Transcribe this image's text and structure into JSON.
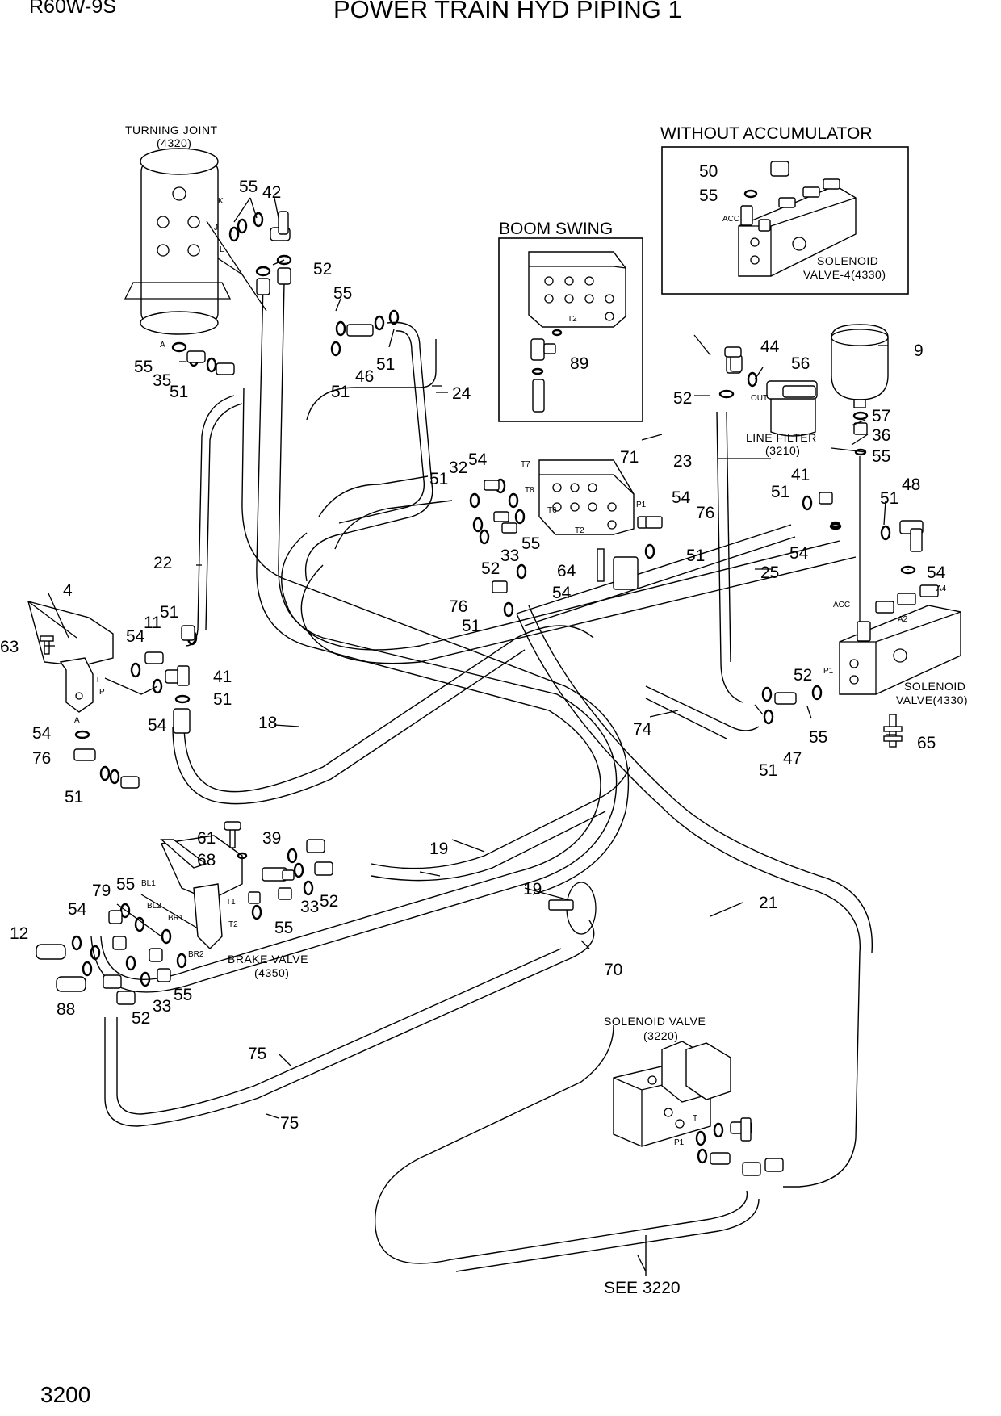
{
  "header": {
    "model": "R60W-9S",
    "title": "POWER TRAIN HYD PIPING 1",
    "page": "3200"
  },
  "boxes": {
    "without_accumulator": {
      "title": "WITHOUT ACCUMULATOR",
      "caption1": "SOLENOID",
      "caption2": "VALVE-4(4330)",
      "port": "ACC"
    },
    "boom_swing": {
      "title": "BOOM SWING",
      "port": "T2"
    }
  },
  "captions": {
    "turning_joint": {
      "line1": "TURNING JOINT",
      "line2": "(4320)"
    },
    "line_filter": {
      "line1": "LINE FILTER",
      "line2": "(3210)",
      "port": "OUT"
    },
    "solenoid_valve_4330": {
      "line1": "SOLENOID",
      "line2": "VALVE(4330)"
    },
    "brake_valve": {
      "line1": "BRAKE VALVE",
      "line2": "(4350)"
    },
    "solenoid_valve_3220": {
      "line1": "SOLENOID VALVE",
      "line2": "(3220)"
    },
    "see_ref": "SEE 3220"
  },
  "ports": {
    "tj": [
      "K",
      "J",
      "L",
      "A"
    ],
    "block71": [
      "T7",
      "T8",
      "T6",
      "T2",
      "P1"
    ],
    "sv4330": [
      "ACC",
      "A4",
      "A2",
      "P1"
    ],
    "pedal": [
      "T",
      "P",
      "A"
    ],
    "brake": [
      "BL1",
      "BL2",
      "BR1",
      "BR2",
      "T1",
      "T2"
    ],
    "sv3220": [
      "T",
      "P1"
    ]
  },
  "part_numbers": {
    "p55a": "55",
    "p42": "42",
    "p52a": "52",
    "p55b": "55",
    "p46": "46",
    "p51a": "51",
    "p51b": "51",
    "p24": "24",
    "p55c": "55",
    "p35": "35",
    "p51c": "51",
    "p50": "50",
    "p55d": "55",
    "p89": "89",
    "p44": "44",
    "p56": "56",
    "p9": "9",
    "p52b": "52",
    "p57": "57",
    "p36": "36",
    "p55e": "55",
    "p23": "23",
    "p71": "71",
    "p54a": "54",
    "p32": "32",
    "p51d": "51",
    "p54b": "54",
    "p76a": "76",
    "p41a": "41",
    "p51e": "51",
    "p51f": "51",
    "p48": "48",
    "p52c": "52",
    "p33a": "33",
    "p55f": "55",
    "p64": "64",
    "p54c": "54",
    "p51g": "51",
    "p25": "25",
    "p54d": "54",
    "p54e": "54",
    "p76b": "76",
    "p51h": "51",
    "p22": "22",
    "p4": "4",
    "p63": "63",
    "p11": "11",
    "p51i": "51",
    "p54f": "54",
    "p41b": "41",
    "p54g": "54",
    "p51j": "51",
    "p54h": "54",
    "p76c": "76",
    "p51k": "51",
    "p18": "18",
    "p52d": "52",
    "p47": "47",
    "p55g": "55",
    "p51l": "51",
    "p74": "74",
    "p65": "65",
    "p61": "61",
    "p39": "39",
    "p68": "68",
    "p19a": "19",
    "p19b": "19",
    "p21": "21",
    "p79": "79",
    "p55h": "55",
    "p54i": "54",
    "p12": "12",
    "p33b": "33",
    "p52e": "52",
    "p55i": "55",
    "p70": "70",
    "p88": "88",
    "p52f": "52",
    "p33c": "33",
    "p55j": "55",
    "p75a": "75",
    "p75b": "75"
  }
}
